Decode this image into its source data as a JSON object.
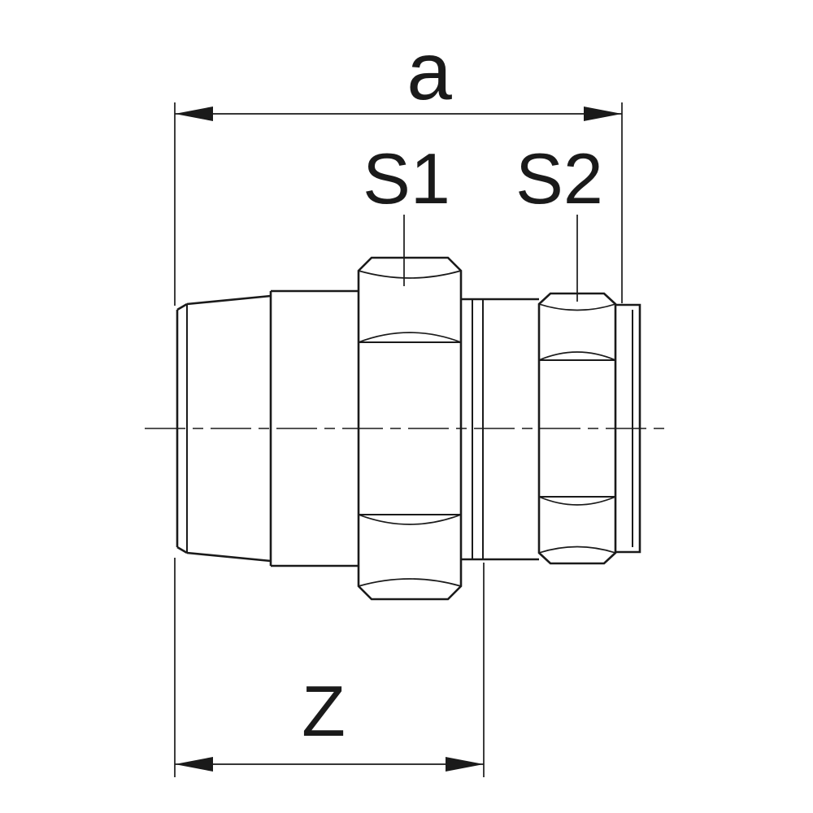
{
  "diagram": {
    "labels": {
      "dim_a": "a",
      "s1": "S1",
      "s2": "S2",
      "dim_z": "Z"
    },
    "colors": {
      "line": "#1a1a1a",
      "background": "#ffffff"
    }
  }
}
